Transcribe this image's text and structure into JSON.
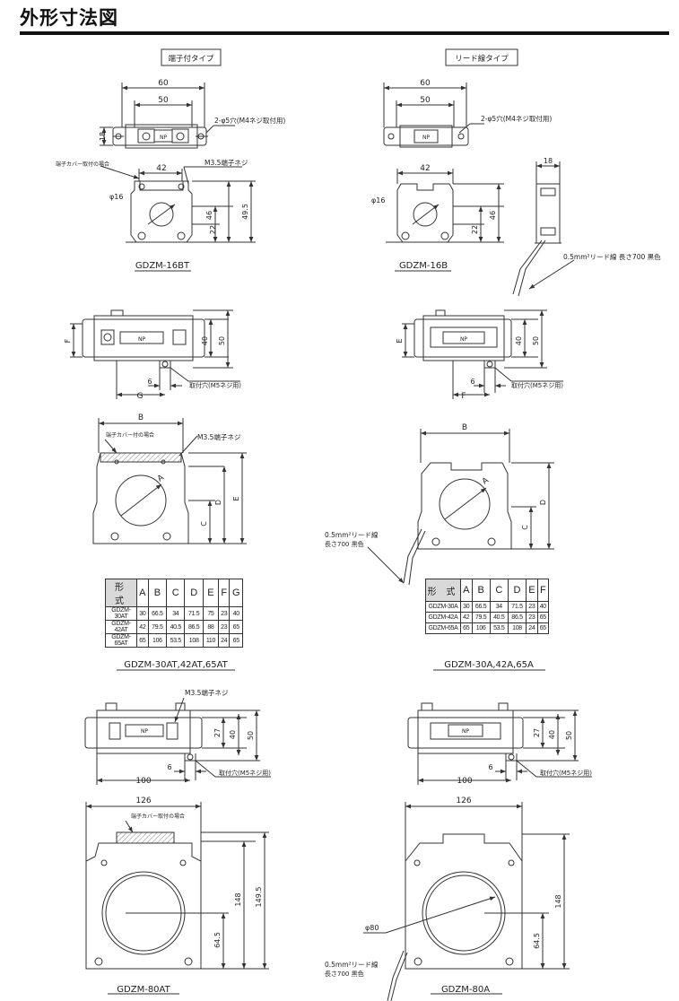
{
  "header": {
    "title": "外形寸法図"
  },
  "diagrams": {
    "bt": {
      "type_label": "端子付タイプ",
      "dim_60": "60",
      "dim_50": "50",
      "dim_18": "18",
      "hole_note": "2-φ5穴(M4ネジ取付用)",
      "cover_note": "端子カバー取付の場合",
      "dim_42": "42",
      "screw_note": "M3.5端子ネジ",
      "phi16": "φ16",
      "dim_46": "46",
      "dim_495": "49.5",
      "dim_22": "22",
      "np": "NP",
      "model": "GDZM-16BT"
    },
    "b": {
      "type_label": "リード線タイプ",
      "dim_60": "60",
      "dim_50": "50",
      "hole_note": "2-φ5穴(M4ネジ取付用)",
      "dim_42": "42",
      "dim_18": "18",
      "phi16": "φ16",
      "dim_46": "46",
      "dim_22": "22",
      "np": "NP",
      "lead_note": "0.5mm²リード線 長さ700 黒色",
      "model": "GDZM-16B"
    },
    "at_mid": {
      "np": "NP",
      "f": "F",
      "dim_40": "40",
      "dim_50": "50",
      "dim_6": "6",
      "g": "G",
      "mount_note": "取付穴(M5ネジ用)"
    },
    "a_mid": {
      "np": "NP",
      "e": "E",
      "dim_40": "40",
      "dim_50": "50",
      "dim_6": "6",
      "f": "F",
      "mount_note": "取付穴(M5ネジ用)"
    },
    "at_front": {
      "b": "B",
      "cover_note": "端子カバー付の場合",
      "screw_note": "M3.5端子ネジ",
      "a": "A",
      "c": "C",
      "d": "D",
      "e": "E"
    },
    "a_front": {
      "b": "B",
      "a": "A",
      "c": "C",
      "d": "D",
      "lead_note_1": "0.5mm²リード線",
      "lead_note_2": "長さ700 黒色"
    },
    "at80_top": {
      "screw_note": "M3.5端子ネジ",
      "np": "NP",
      "dim_27": "27",
      "dim_40": "40",
      "dim_50": "50",
      "dim_6": "6",
      "dim_100": "100",
      "mount_note": "取付穴(M5ネジ用)"
    },
    "a80_top": {
      "np": "NP",
      "dim_27": "27",
      "dim_40": "40",
      "dim_50": "50",
      "dim_6": "6",
      "dim_100": "100",
      "mount_note": "取付穴(M5ネジ用)"
    },
    "at80_front": {
      "dim_126": "126",
      "cover_note": "端子カバー取付の場合",
      "dim_148": "148",
      "dim_1495": "149.5",
      "dim_645": "64.5",
      "model": "GDZM-80AT"
    },
    "a80_front": {
      "dim_126": "126",
      "phi80": "φ80",
      "dim_148": "148",
      "dim_645": "64.5",
      "lead_note_1": "0.5mm²リード線",
      "lead_note_2": "長さ700 黒色",
      "model": "GDZM-80A"
    }
  },
  "table_at": {
    "headers": [
      "形 式",
      "A",
      "B",
      "C",
      "D",
      "E",
      "F",
      "G"
    ],
    "rows": [
      [
        "GDZM-30AT",
        "30",
        "66.5",
        "34",
        "71.5",
        "75",
        "23",
        "40"
      ],
      [
        "GDZM-42AT",
        "42",
        "79.5",
        "40.5",
        "86.5",
        "88",
        "23",
        "65"
      ],
      [
        "GDZM-65AT",
        "65",
        "106",
        "53.5",
        "108",
        "110",
        "24",
        "65"
      ]
    ],
    "caption": "GDZM-30AT,42AT,65AT"
  },
  "table_a": {
    "headers": [
      "形 式",
      "A",
      "B",
      "C",
      "D",
      "E",
      "F"
    ],
    "rows": [
      [
        "GDZM-30A",
        "30",
        "66.5",
        "34",
        "71.5",
        "23",
        "40"
      ],
      [
        "GDZM-42A",
        "42",
        "79.5",
        "40.5",
        "86.5",
        "23",
        "65"
      ],
      [
        "GDZM-65A",
        "65",
        "106",
        "53.5",
        "108",
        "24",
        "65"
      ]
    ],
    "caption": "GDZM-30A,42A,65A"
  }
}
